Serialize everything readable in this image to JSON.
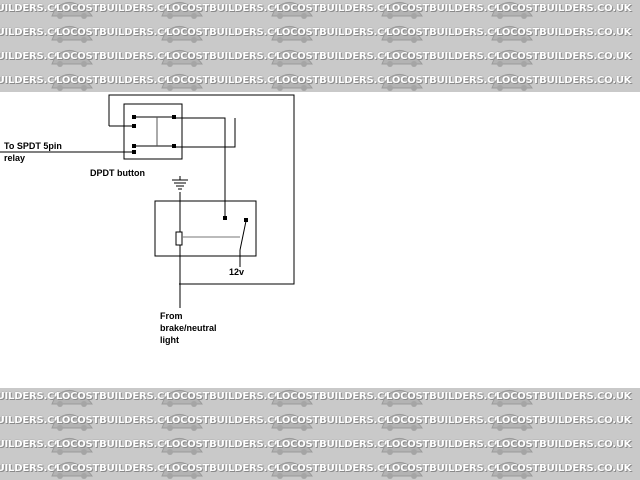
{
  "watermark": {
    "text": "LOCOSTBUILDERS.CO.UK",
    "band_color": "#c9c9c9"
  },
  "diagram": {
    "labels": {
      "to_relay": "To SPDT 5pin\nrelay",
      "dpdt_button": "DPDT button",
      "twelve_volt": "12v",
      "from_light": "From\nbrake/neutral\nlight"
    },
    "components": [
      {
        "id": "dpdt-switch",
        "kind": "switch"
      },
      {
        "id": "relay-box",
        "kind": "relay"
      },
      {
        "id": "ground",
        "kind": "ground-symbol"
      }
    ]
  }
}
